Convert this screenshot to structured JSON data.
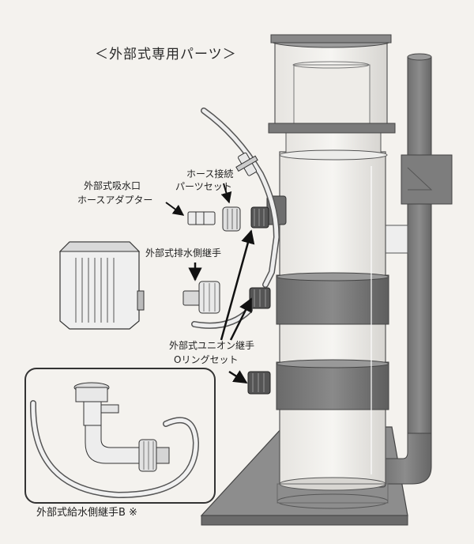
{
  "title": "＜外部式専用パーツ＞",
  "labels": {
    "intake_adapter_line1": "外部式吸水口",
    "intake_adapter_line2": "ホースアダプター",
    "hose_kit_line1": "ホース接続",
    "hose_kit_line2": "パーツセット",
    "drain_joint": "外部式排水側継手",
    "union_oring_line1": "外部式ユニオン継手",
    "union_oring_line2": "Oリングセット",
    "supply_joint_b": "外部式給水側継手B ※"
  }
}
